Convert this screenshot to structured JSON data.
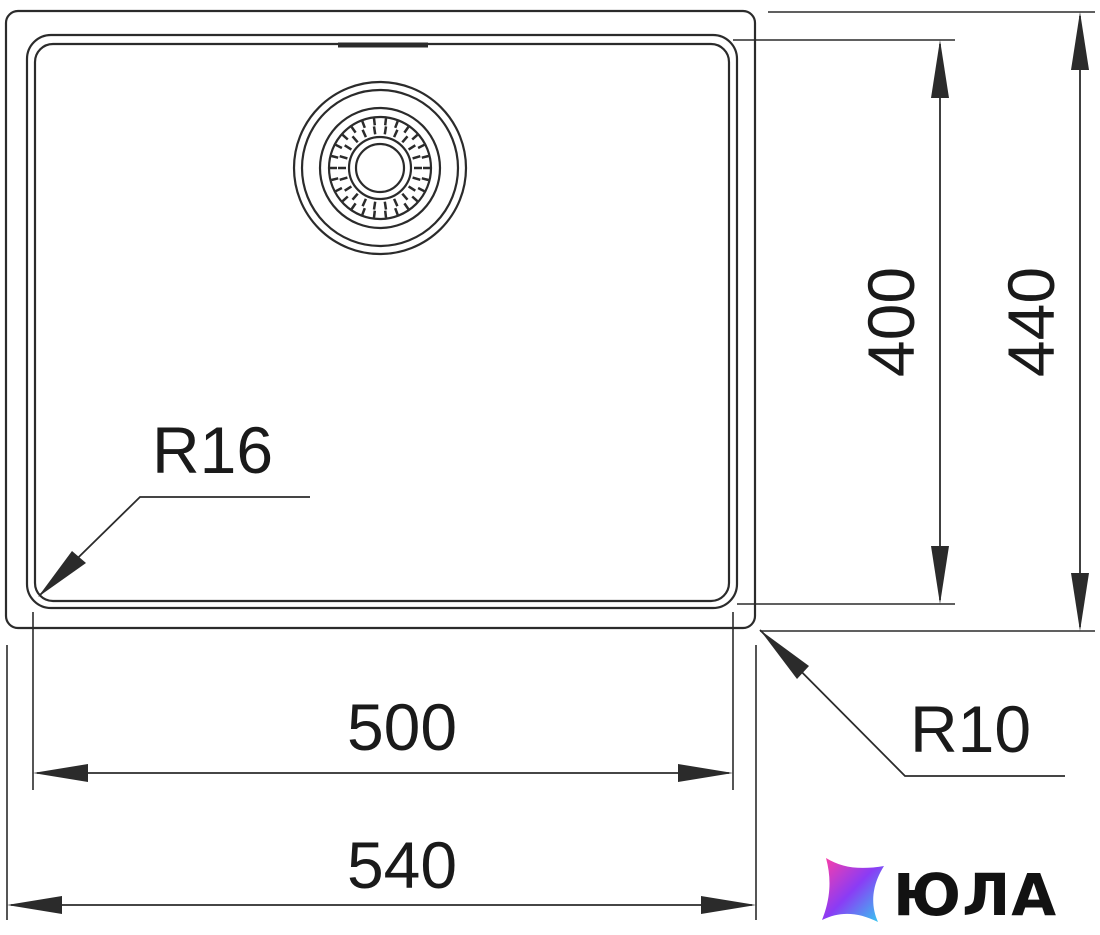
{
  "drawing": {
    "dimensions": {
      "inner_width": "500",
      "outer_width": "540",
      "inner_height": "400",
      "outer_height": "440",
      "inner_corner_radius": "R16",
      "outer_corner_radius": "R10"
    }
  },
  "watermark": {
    "brand": "ЮЛА",
    "colors": [
      "#ff3ea5",
      "#8a3cf5",
      "#2fd3f0"
    ]
  },
  "colors": {
    "line": "#2b2b2b",
    "text": "#1a1a1a",
    "background": "#ffffff"
  }
}
